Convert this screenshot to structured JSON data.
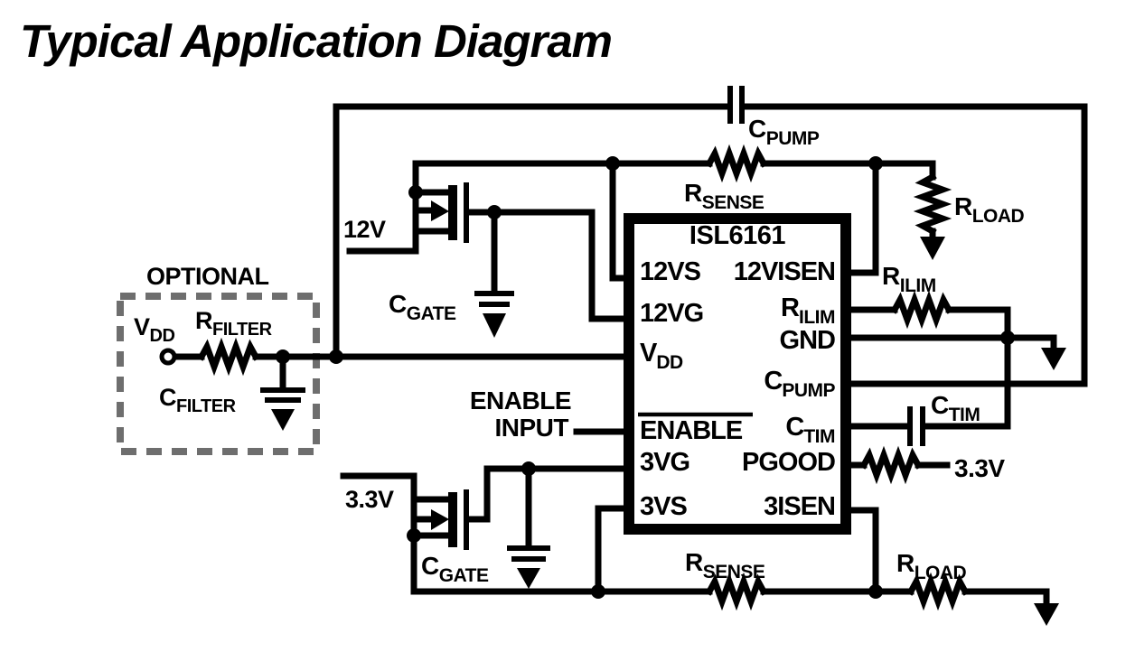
{
  "title": "Typical Application Diagram",
  "colors": {
    "ink": "#000000",
    "background": "#ffffff",
    "optional_box_gray": "#6e6e6e"
  },
  "ic": {
    "name": "ISL6161",
    "left_pins": [
      {
        "label": "12VS"
      },
      {
        "label": "12VG"
      },
      {
        "main": "V",
        "sub": "DD"
      },
      {
        "label": "ENABLE",
        "overline": true
      },
      {
        "label": "3VG"
      },
      {
        "label": "3VS"
      }
    ],
    "right_pins": [
      {
        "label": "12VISEN"
      },
      {
        "main": "R",
        "sub": "ILIM"
      },
      {
        "label": "GND"
      },
      {
        "main": "C",
        "sub": "PUMP"
      },
      {
        "main": "C",
        "sub": "TIM"
      },
      {
        "label": "PGOOD"
      },
      {
        "label": "3ISEN"
      }
    ]
  },
  "labels": {
    "optional": "OPTIONAL",
    "vdd_input": {
      "main": "V",
      "sub": "DD"
    },
    "rfilter": {
      "main": "R",
      "sub": "FILTER"
    },
    "cfilter": {
      "main": "C",
      "sub": "FILTER"
    },
    "supply_12v": "12V",
    "supply_3v3": "3.3V",
    "pullup_3v3": "3.3V",
    "enable_line1": "ENABLE",
    "enable_line2": "INPUT",
    "cpump": {
      "main": "C",
      "sub": "PUMP"
    },
    "cgate_top": {
      "main": "C",
      "sub": "GATE"
    },
    "cgate_bottom": {
      "main": "C",
      "sub": "GATE"
    },
    "rsense_top": {
      "main": "R",
      "sub": "SENSE"
    },
    "rsense_bottom": {
      "main": "R",
      "sub": "SENSE"
    },
    "rload_top": {
      "main": "R",
      "sub": "LOAD"
    },
    "rload_bottom": {
      "main": "R",
      "sub": "LOAD"
    },
    "rilim": {
      "main": "R",
      "sub": "ILIM"
    },
    "ctim": {
      "main": "C",
      "sub": "TIM"
    }
  }
}
